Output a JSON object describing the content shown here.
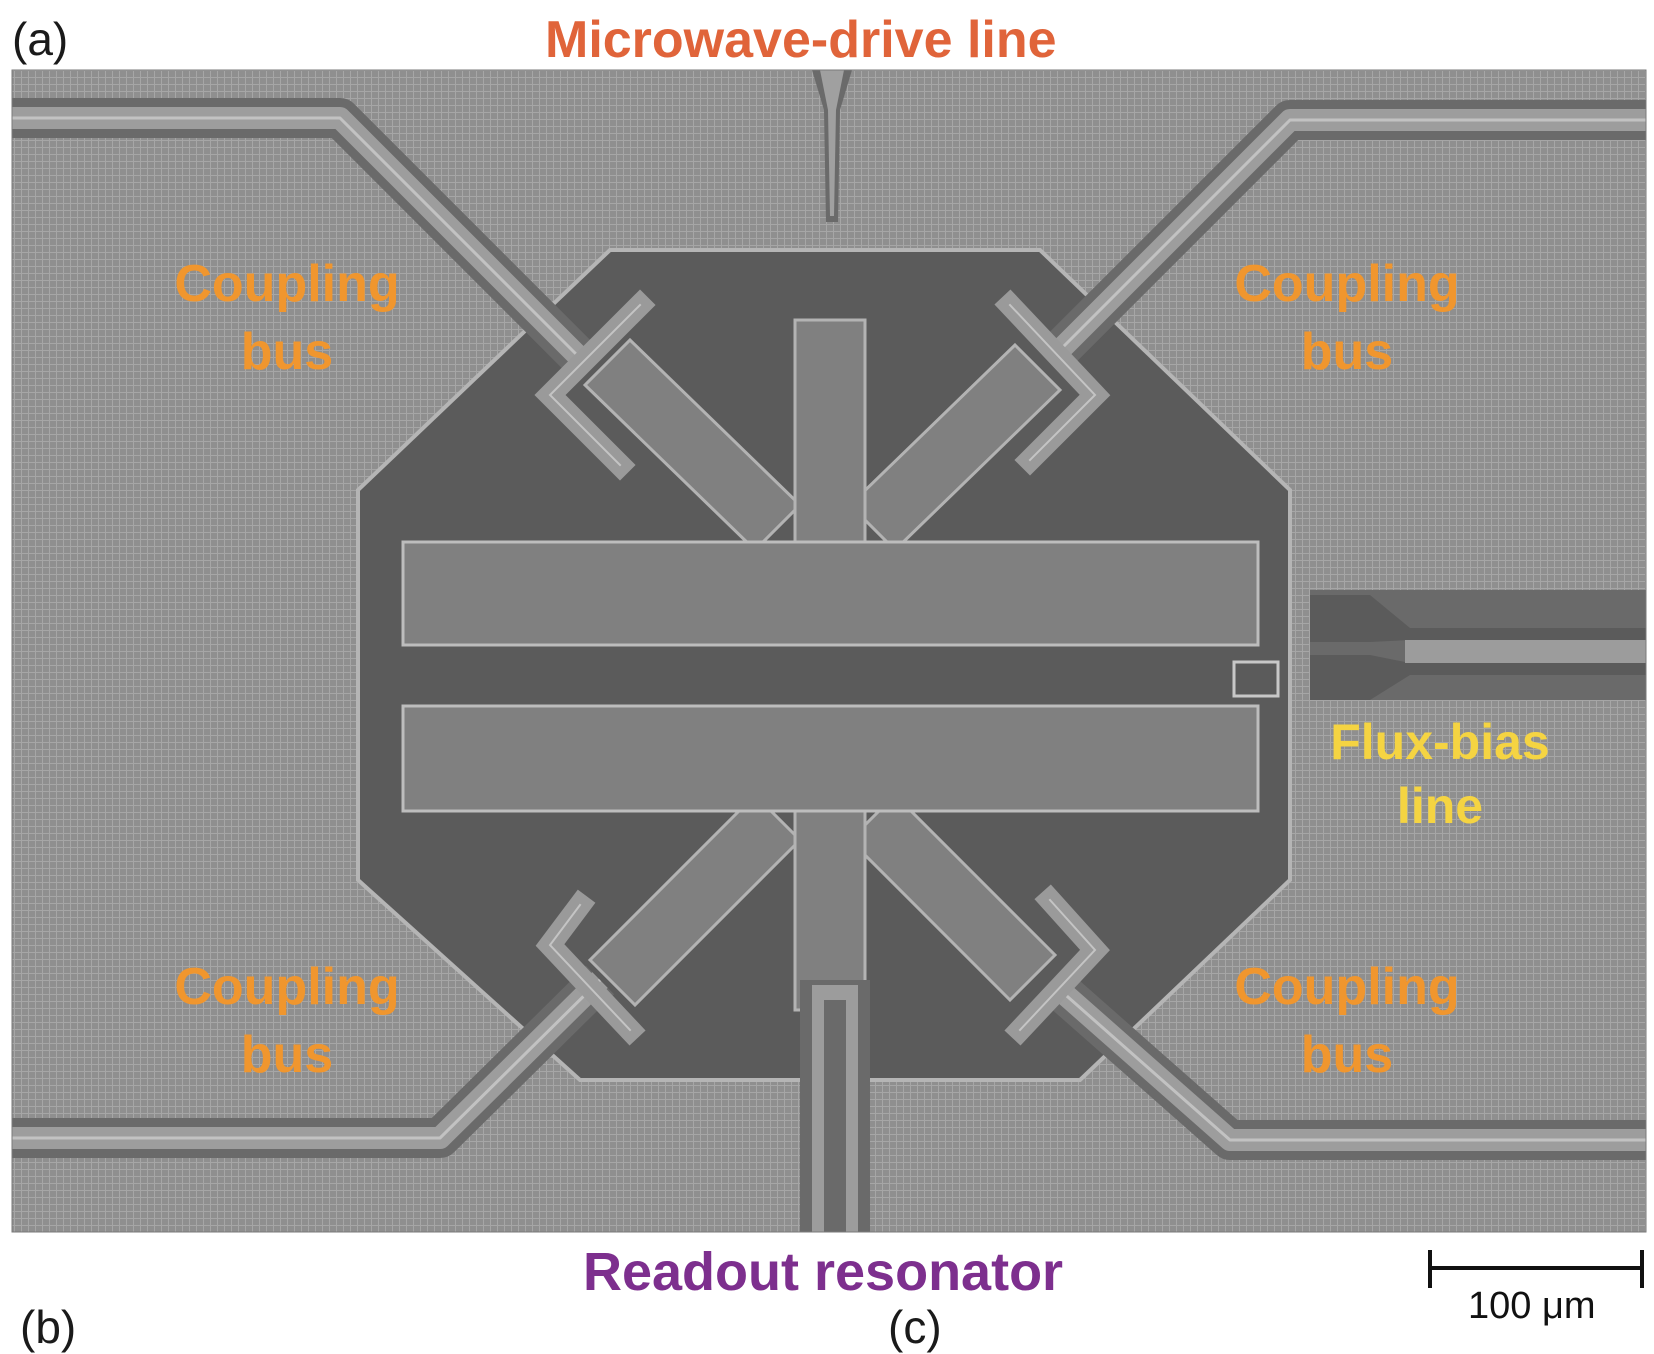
{
  "panel": {
    "label_a": "(a)",
    "label_b_partial": "(b)",
    "label_c_partial": "(c)"
  },
  "labels": {
    "drive_line": "Microwave-drive line",
    "coupling_bus_tl": [
      "Coupling",
      "bus"
    ],
    "coupling_bus_tr": [
      "Coupling",
      "bus"
    ],
    "coupling_bus_bl": [
      "Coupling",
      "bus"
    ],
    "coupling_bus_br": [
      "Coupling",
      "bus"
    ],
    "flux_bias": [
      "Flux-bias",
      "line"
    ],
    "readout": "Readout resonator"
  },
  "scale_bar": {
    "label": "100 μm"
  },
  "colors": {
    "drive_line": "#e0643a",
    "coupling_bus": "#f0962e",
    "flux_bias": "#f5d442",
    "readout": "#7d2f8e",
    "substrate_ground": "#8f8f8f",
    "cutout": "#5b5b5b",
    "metal": "#7f7f7f",
    "metal_edge": "#b8b8b8"
  }
}
